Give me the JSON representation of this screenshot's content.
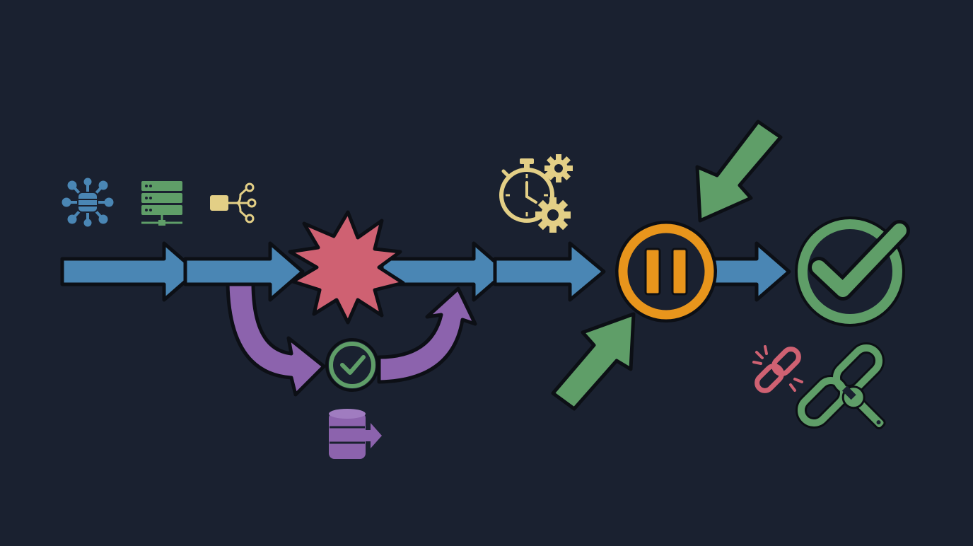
{
  "diagram": {
    "kind": "pipeline-flow",
    "nodes": [
      {
        "id": "distributed-database",
        "icon": "database-network-icon",
        "color": "#4a86b4"
      },
      {
        "id": "server-rack",
        "icon": "server-icon",
        "color": "#5f9e68"
      },
      {
        "id": "data-fanout",
        "icon": "branch-output-icon",
        "color": "#e3cf86"
      },
      {
        "id": "failure-burst",
        "icon": "explosion-icon",
        "color": "#cf6172"
      },
      {
        "id": "retry-check",
        "icon": "check-circle-icon",
        "color": "#5f9e68"
      },
      {
        "id": "database-export",
        "icon": "database-export-icon",
        "color": "#8c63ad"
      },
      {
        "id": "scheduled-job",
        "icon": "stopwatch-gears-icon",
        "color": "#e3cf86"
      },
      {
        "id": "pause-point",
        "icon": "pause-circle-icon",
        "color": "#e8951c"
      },
      {
        "id": "completed",
        "icon": "large-check-circle-icon",
        "color": "#5f9e68"
      },
      {
        "id": "broken-link",
        "icon": "broken-link-icon",
        "color": "#cf6172"
      },
      {
        "id": "repair-link",
        "icon": "link-wrench-icon",
        "color": "#5f9e68"
      }
    ],
    "flows": [
      {
        "type": "main-flow-arrow",
        "color": "#4a86b4"
      },
      {
        "type": "retry-detour-arrow",
        "color": "#8c63ad"
      },
      {
        "type": "converging-pressure-arrow",
        "color": "#5f9e68"
      }
    ],
    "colors": {
      "background": "#1a2130",
      "outline": "#0c0f15",
      "flow_blue": "#4a86b4",
      "detour_purple": "#8c63ad",
      "alert_red": "#cf6172",
      "success_green": "#5f9e68",
      "pause_orange": "#e8951c",
      "timer_yellow": "#e3cf86"
    }
  }
}
